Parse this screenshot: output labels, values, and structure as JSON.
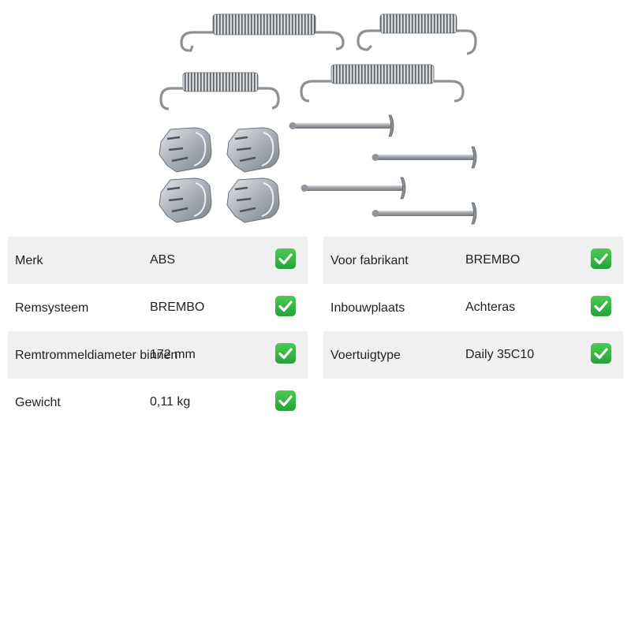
{
  "product": {
    "image_alt": "brake shoe accessory kit: springs, clips and pins"
  },
  "specs_left": [
    {
      "label": "Merk",
      "value": "ABS",
      "icon": "check-icon"
    },
    {
      "label": "Remsysteem",
      "value": "BREMBO",
      "icon": "check-icon"
    },
    {
      "label": "Remtrommeldiameter binnen",
      "value": "172 mm",
      "icon": "check-icon"
    },
    {
      "label": "Gewicht",
      "value": "0,11 kg",
      "icon": "check-icon"
    }
  ],
  "specs_right": [
    {
      "label": "Voor fabrikant",
      "value": "BREMBO",
      "icon": "check-icon"
    },
    {
      "label": "Inbouwplaats",
      "value": "Achteras",
      "icon": "check-icon"
    },
    {
      "label": "Voertuigtype",
      "value": "Daily 35C10",
      "icon": "check-icon"
    }
  ],
  "colors": {
    "row_shade": "#f0f0f0",
    "check_green": "#35b443",
    "metal": "#a6abb1"
  }
}
